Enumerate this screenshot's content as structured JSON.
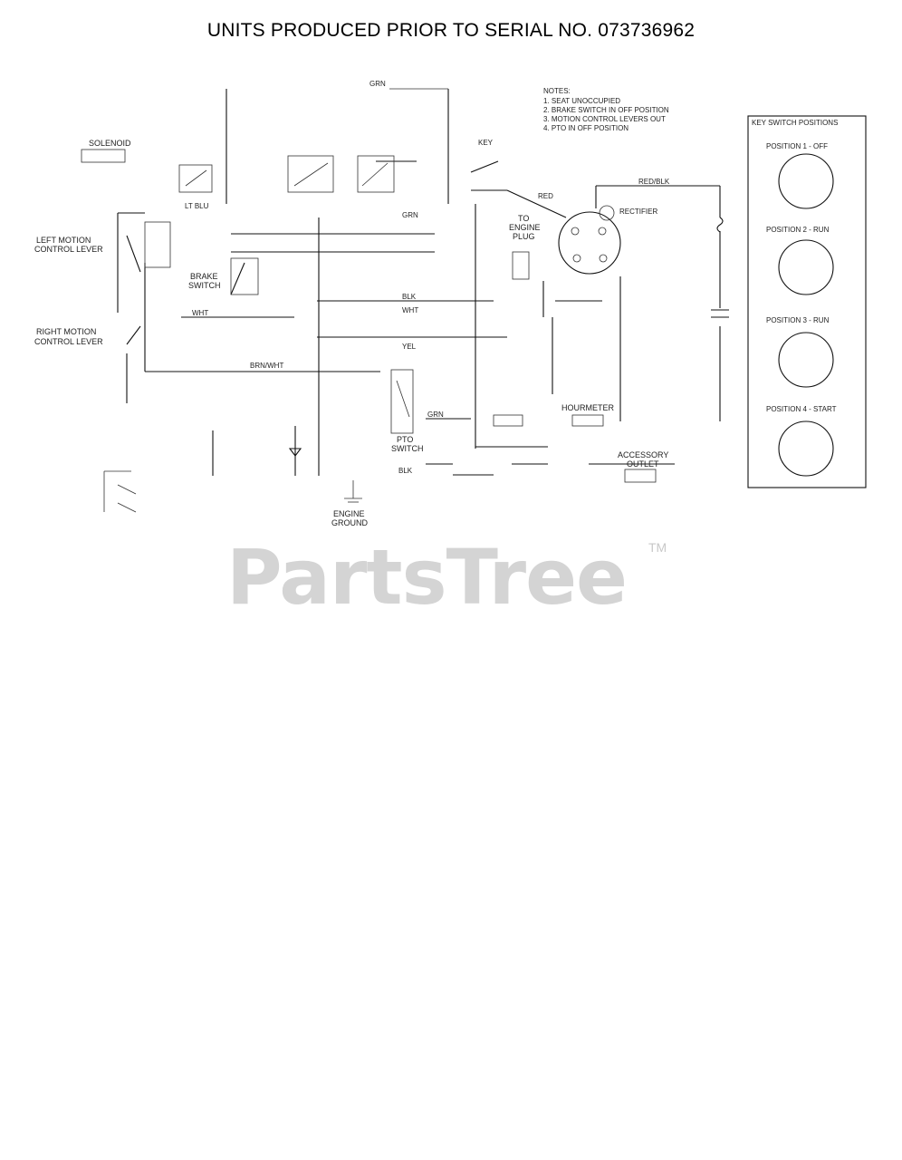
{
  "title": "UNITS PRODUCED PRIOR TO SERIAL NO. 073736962",
  "watermark": {
    "text": "PartsTree",
    "tm": "TM"
  },
  "labels": {
    "solenoid": "SOLENOID",
    "left_motion": "LEFT MOTION",
    "control_lever_1": "CONTROL LEVER",
    "right_motion": "RIGHT MOTION",
    "control_lever_2": "CONTROL LEVER",
    "brake_switch_1": "BRAKE",
    "brake_switch_2": "SWITCH",
    "pto_switch_1": "PTO",
    "pto_switch_2": "SWITCH",
    "to_engine_plug_1": "TO",
    "to_engine_plug_2": "ENGINE",
    "to_engine_plug_3": "PLUG",
    "hourmeter": "HOURMETER",
    "accessory_outlet_1": "ACCESSORY",
    "accessory_outlet_2": "OUTLET",
    "engine_ground_1": "ENGINE",
    "engine_ground_2": "GROUND",
    "rectifier": "RECTIFIER",
    "red_blk": "RED/BLK",
    "lt_blu": "LT BLU",
    "grn": "GRN",
    "wht": "WHT",
    "blk": "BLK",
    "yel": "YEL",
    "red": "RED",
    "brn_wht": "BRN/WHT",
    "key": "KEY",
    "blk_wht_bottom": "BLK"
  },
  "notes": {
    "heading": "NOTES:",
    "items": [
      "1. SEAT UNOCCUPIED",
      "2. BRAKE SWITCH IN OFF POSITION",
      "3. MOTION CONTROL LEVERS OUT",
      "4. PTO IN OFF POSITION"
    ]
  },
  "key_switch": {
    "heading": "KEY SWITCH POSITIONS",
    "positions": [
      "POSITION 1 - OFF",
      "POSITION 2 - RUN",
      "POSITION 3 - RUN",
      "POSITION 4 - START"
    ]
  }
}
